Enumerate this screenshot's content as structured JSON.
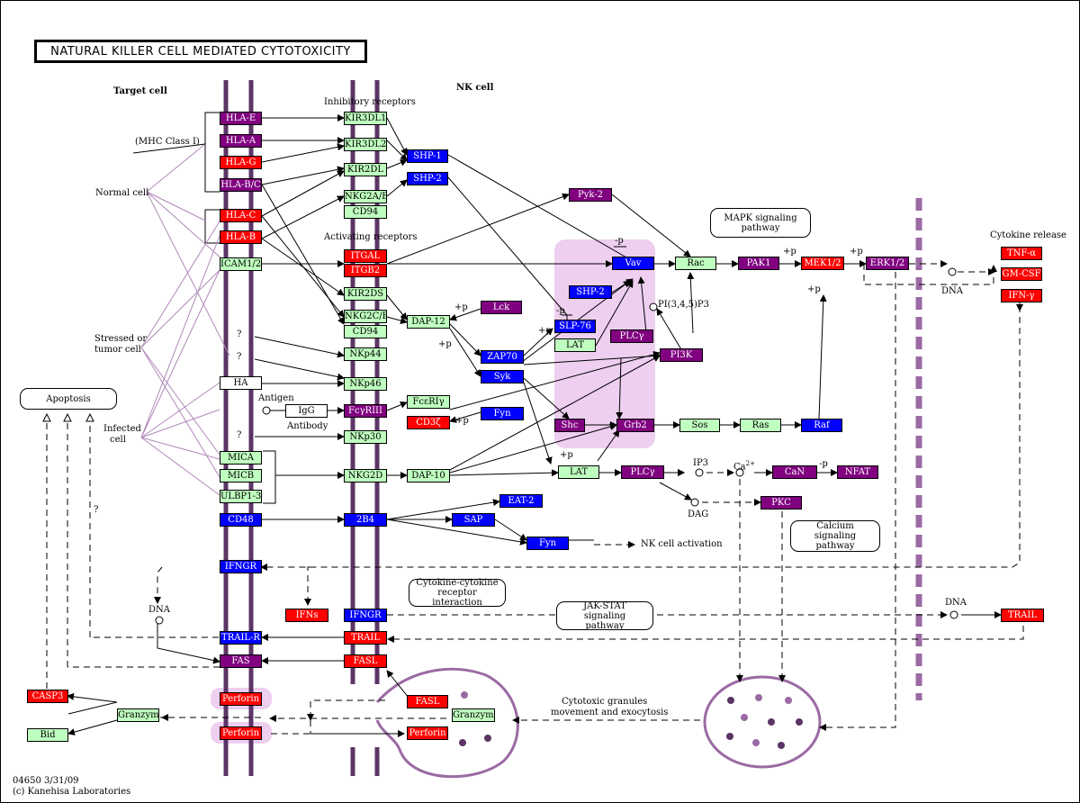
{
  "title": "NATURAL KILLER CELL MEDIATED CYTOTOXICITY",
  "colors": {
    "membrane": "#5c3566",
    "lightpurple": "#eecff0",
    "gene": "#bfffbf",
    "red": "#ff0000",
    "blue": "#0000ff",
    "purple": "#800080"
  },
  "labels": {
    "target_cell": "Target cell",
    "nk_cell": "NK cell",
    "inhibitory": "Inhibitory receptors",
    "activating": "Activating receptors",
    "mhc": "(MHC Class I)",
    "normal": "Normal cell",
    "stressed": "Stressed or",
    "tumor": "tumor cell",
    "infected1": "Infected",
    "infected2": "cell",
    "antigen": "Antigen",
    "antibody": "Antibody",
    "cytokine_release": "Cytokine release",
    "dna1": "DNA",
    "dna2": "DNA",
    "dna3": "DNA",
    "ip3": "IP3",
    "ca": "Ca",
    "ca_sup": "2+",
    "dag": "DAG",
    "pi345": "PI(3,4,5)P3",
    "nk_activation": "NK cell activation",
    "cytotoxic1": "Cytotoxic granules",
    "cytotoxic2": "movement and exocytosis",
    "q1": "?",
    "q2": "?",
    "q3": "?",
    "q4": "?",
    "p1": "+p",
    "p2": "+p",
    "p3": "+p",
    "p4": "+p",
    "p5": "+p",
    "p6": "+p",
    "p7": "+p",
    "p8": "+p",
    "m1": "-p",
    "m2": "-p",
    "m3": "-p",
    "footer1": "04650  3/31/09",
    "footer2": "(c) Kanehisa Laboratories"
  },
  "pathways": {
    "mapk": "MAPK signaling pathway",
    "calcium": "Calcium signaling pathway",
    "cytokine": "Cytokine-cytokine receptor interaction",
    "jakstat": "JAK-STAT signaling pathway",
    "apoptosis": "Apoptosis"
  },
  "nodes": {
    "hla_e": "HLA-E",
    "hla_a": "HLA-A",
    "hla_g": "HLA-G",
    "hla_bc": "HLA-B/C",
    "hla_c": "HLA-C",
    "hla_b": "HLA-B",
    "icam": "ICAM1/2",
    "q_a": "?",
    "q_b": "?",
    "ha": "HA",
    "q_c": "?",
    "igg": "IgG",
    "mica": "MICA",
    "micb": "MICB",
    "ulbp": "ULBP1-3",
    "cd48": "CD48",
    "ifngr": "IFNGR",
    "trailr": "TRAIL-R",
    "fas": "FAS",
    "perforin1": "Perforin",
    "perforin2": "Perforin",
    "casp3": "CASP3",
    "granzyme_t": "Granzyme",
    "bid": "Bid",
    "kir3dl1": "KIR3DL1",
    "kir3dl2": "KIR3DL2",
    "kir2dl": "KIR2DL",
    "nkg2ab": "NKG2A/B",
    "cd94a": "CD94",
    "shp1": "SHP-1",
    "shp2": "SHP-2",
    "itgal": "ITGAL",
    "itgb2": "ITGB2",
    "kir2ds": "KIR2DS",
    "nkg2ce": "NKG2C/E",
    "cd94b": "CD94",
    "nkp44": "NKp44",
    "nkp46": "NKp46",
    "fcgr": "FcγRIII",
    "nkp30": "NKp30",
    "nkg2d": "NKG2D",
    "b2b4": "2B4",
    "ifns": "IFNs",
    "ifngr2": "IFNGR",
    "trail": "TRAIL",
    "fasl": "FASL",
    "fasl2": "FASL",
    "perforin3": "Perforin",
    "granzyme_n": "Granzyme",
    "dap12": "DAP-12",
    "fceri": "FcεRIγ",
    "cd3z": "CD3ζ",
    "dap10": "DAP-10",
    "lck": "Lck",
    "zap70": "ZAP70",
    "syk": "Syk",
    "fyn": "Fyn",
    "pyk2": "Pyk-2",
    "vav": "Vav",
    "shp2b": "SHP-2",
    "slp76": "SLP-76",
    "lat": "LAT",
    "plcg": "PLCγ",
    "pi3k": "PI3K",
    "shc": "Shc",
    "grb2": "Grb2",
    "sos": "Sos",
    "ras": "Ras",
    "raf": "Raf",
    "rac": "Rac",
    "pak1": "PAK1",
    "mek": "MEK1/2",
    "erk": "ERK1/2",
    "lat2": "LAT",
    "plcg2": "PLCγ",
    "can": "CaN",
    "nfat": "NFAT",
    "pkc": "PKC",
    "eat2": "EAT-2",
    "sap": "SAP",
    "fyn2": "Fyn",
    "tnfa": "TNF-α",
    "gmcsf": "GM-CSF",
    "ifng": "IFN-γ",
    "trail2": "TRAIL"
  }
}
